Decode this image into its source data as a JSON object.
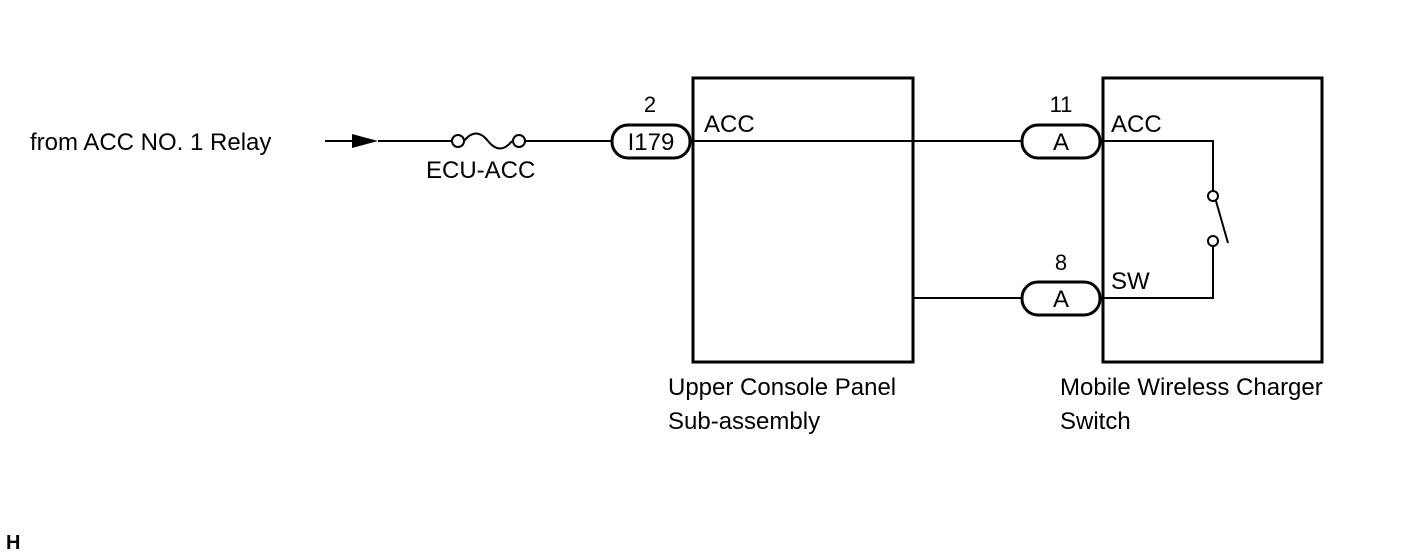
{
  "source": {
    "label": "from ACC NO. 1 Relay"
  },
  "fuse": {
    "label": "ECU-ACC"
  },
  "connector_i179": {
    "pin": "2",
    "name": "I179"
  },
  "upper_console": {
    "terminal": "ACC",
    "name_line1": "Upper Console Panel",
    "name_line2": "Sub-assembly"
  },
  "connector_a_acc": {
    "pin": "11",
    "name": "A"
  },
  "connector_a_sw": {
    "pin": "8",
    "name": "A"
  },
  "charger_switch": {
    "terminal_acc": "ACC",
    "terminal_sw": "SW",
    "name_line1": "Mobile Wireless Charger",
    "name_line2": "Switch"
  },
  "corner_mark": "H"
}
